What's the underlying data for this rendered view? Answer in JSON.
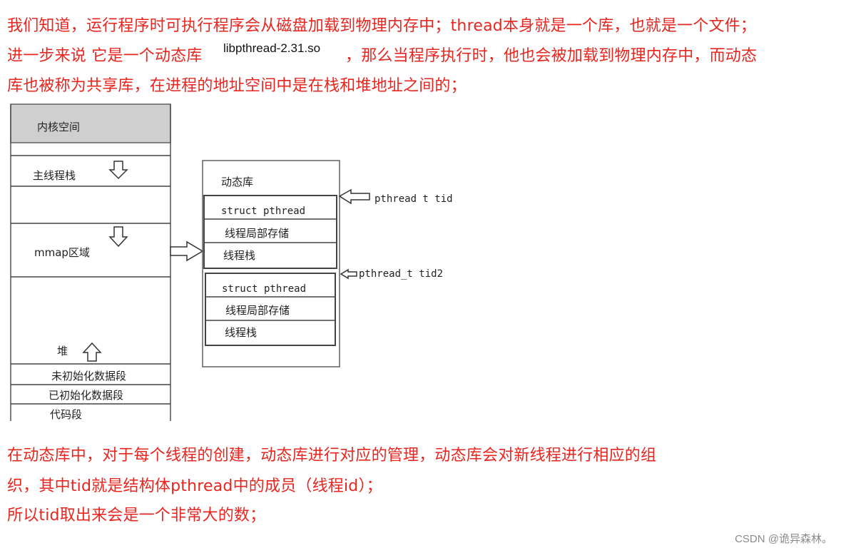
{
  "intro": {
    "line1": "我们知道，运行程序时可执行程序会从磁盘加载到物理内存中；thread本身就是一个库，也就是一个文件；",
    "line2_prefix": "进一步来说 它是一个动态库",
    "library_name": "libpthread-2.31.so",
    "line2_suffix": "，那么当程序执行时，他也会被加载到物理内存中，而动态",
    "line3": "库也被称为共享库，在进程的地址空间中是在栈和堆地址之间的；"
  },
  "diagram": {
    "address_space": {
      "kernel": "内核空间",
      "main_stack": "主线程栈",
      "mmap": "mmap区域",
      "heap": "堆",
      "bss": "未初始化数据段",
      "data": "已初始化数据段",
      "text": "代码段"
    },
    "dynamic_lib": {
      "title": "动态库",
      "thread1": {
        "struct": "struct pthread",
        "tls": "线程局部存储",
        "stack": "线程栈",
        "pointer": "pthread t tid"
      },
      "thread2": {
        "struct": "struct pthread",
        "tls": "线程局部存储",
        "stack": "线程栈",
        "pointer": "pthread_t tid2"
      }
    }
  },
  "outro": {
    "line1": "在动态库中，对于每个线程的创建，动态库进行对应的管理，动态库会对新线程进行相应的组",
    "line2": "织，其中tid就是结构体pthread中的成员（线程id）；",
    "line3": "所以tid取出来会是一个非常大的数；"
  },
  "watermark": "CSDN @诡异森林。",
  "colors": {
    "text_red": "#e8261f",
    "kernel_fill": "#cfcfcf"
  }
}
